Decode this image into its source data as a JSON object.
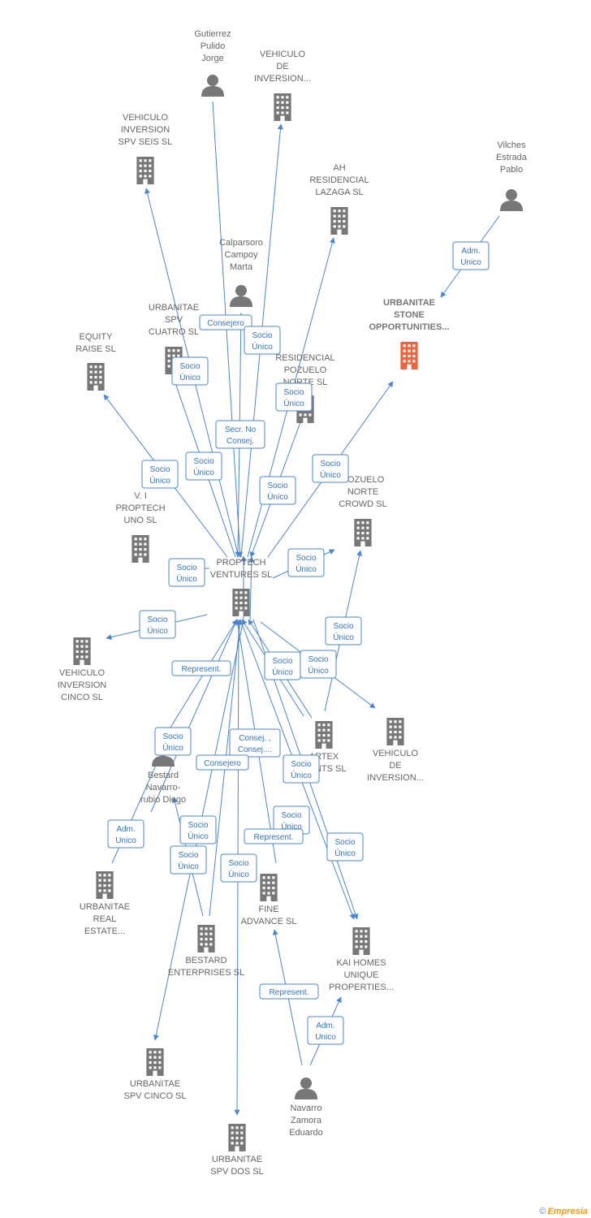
{
  "colors": {
    "edge": "#4a86d4",
    "node_company": "#777777",
    "node_highlight": "#f0643c",
    "label": "#666666"
  },
  "nodes": [
    {
      "id": "gutierrez",
      "type": "person",
      "label": [
        "Gutierrez",
        "Pulido",
        "Jorge"
      ]
    },
    {
      "id": "vehiculo_top",
      "type": "company",
      "label": [
        "VEHICULO",
        "DE",
        "INVERSION..."
      ]
    },
    {
      "id": "vehiculo_seis",
      "type": "company",
      "label": [
        "VEHICULO",
        "INVERSION",
        "SPV SEIS  SL"
      ]
    },
    {
      "id": "ah_residencial",
      "type": "company",
      "label": [
        "AH",
        "RESIDENCIAL",
        "LAZAGA  SL"
      ]
    },
    {
      "id": "vilches",
      "type": "person",
      "label": [
        "Vilches",
        "Estrada",
        "Pablo"
      ]
    },
    {
      "id": "calparsoro",
      "type": "person",
      "label": [
        "Calparsoro",
        "Campoy",
        "Marta"
      ]
    },
    {
      "id": "urbanitae_stone",
      "type": "company",
      "highlight": true,
      "label": [
        "URBANITAE",
        "STONE",
        "OPPORTUNITIES..."
      ]
    },
    {
      "id": "urbanitae_cuatro",
      "type": "company",
      "label": [
        "URBANITAE",
        "SPV",
        "CUATRO  SL"
      ]
    },
    {
      "id": "equity_raise",
      "type": "company",
      "label": [
        "EQUITY",
        "RAISE  SL"
      ]
    },
    {
      "id": "residencial_pozuelo",
      "type": "company",
      "label": [
        "RESIDENCIAL",
        "POZUELO",
        "NORTE  SL"
      ]
    },
    {
      "id": "pozuelo_crowd",
      "type": "company",
      "label": [
        "POZUELO",
        "NORTE",
        "CROWD  SL"
      ]
    },
    {
      "id": "vi_proptech",
      "type": "company",
      "label": [
        "V. I",
        "PROPTECH",
        "UNO  SL"
      ]
    },
    {
      "id": "proptech",
      "type": "company",
      "label": [
        "PROPTECH",
        "VENTURES  SL"
      ]
    },
    {
      "id": "vehiculo_cinco",
      "type": "company",
      "label": [
        "VEHICULO",
        "INVERSION",
        "CINCO  SL"
      ]
    },
    {
      "id": "artex",
      "type": "company",
      "label": [
        "ARTEX",
        "MENTS SL"
      ]
    },
    {
      "id": "vehiculo_right",
      "type": "company",
      "label": [
        "VEHICULO",
        "DE",
        "INVERSION..."
      ]
    },
    {
      "id": "bestard_person",
      "type": "person",
      "label": [
        "Bestard",
        "Navarro-",
        "rubio Diego"
      ]
    },
    {
      "id": "urbanitae_real",
      "type": "company",
      "label": [
        "URBANITAE",
        "REAL",
        "ESTATE..."
      ]
    },
    {
      "id": "fine_advance",
      "type": "company",
      "label": [
        "FINE",
        "ADVANCE  SL"
      ]
    },
    {
      "id": "bestard_ent",
      "type": "company",
      "label": [
        "BESTARD",
        "ENTERPRISES SL"
      ]
    },
    {
      "id": "kai_homes",
      "type": "company",
      "label": [
        "KAI HOMES",
        "UNIQUE",
        "PROPERTIES..."
      ]
    },
    {
      "id": "urbanitae_cinco",
      "type": "company",
      "label": [
        "URBANITAE",
        "SPV CINCO  SL"
      ]
    },
    {
      "id": "navarro",
      "type": "person",
      "label": [
        "Navarro",
        "Zamora",
        "Eduardo"
      ]
    },
    {
      "id": "urbanitae_dos",
      "type": "company",
      "label": [
        "URBANITAE",
        "SPV DOS  SL"
      ]
    }
  ],
  "edge_labels": [
    {
      "id": "e_vilches",
      "lines": [
        "Adm.",
        "Unico"
      ]
    },
    {
      "id": "e_consejero_calp",
      "lines": [
        "Consejero"
      ]
    },
    {
      "id": "e_socio_vehtop",
      "lines": [
        "Socio",
        "Único"
      ]
    },
    {
      "id": "e_socio_cuatro",
      "lines": [
        "Socio",
        "Único"
      ]
    },
    {
      "id": "e_socio_respoz",
      "lines": [
        "Socio",
        "Único"
      ]
    },
    {
      "id": "e_secr",
      "lines": [
        "Secr.  No",
        "Consej."
      ]
    },
    {
      "id": "e_socio_seis",
      "lines": [
        "Socio",
        "Único"
      ]
    },
    {
      "id": "e_socio_equity",
      "lines": [
        "Socio",
        "Único"
      ]
    },
    {
      "id": "e_socio_ah",
      "lines": [
        "Socio",
        "Único"
      ]
    },
    {
      "id": "e_socio_stone",
      "lines": [
        "Socio",
        "Único"
      ]
    },
    {
      "id": "e_socio_vi",
      "lines": [
        "Socio",
        "Único"
      ]
    },
    {
      "id": "e_socio_crowd",
      "lines": [
        "Socio",
        "Único"
      ]
    },
    {
      "id": "e_socio_cinco_veh",
      "lines": [
        "Socio",
        "Único"
      ]
    },
    {
      "id": "e_socio_pozcrowd2",
      "lines": [
        "Socio",
        "Único"
      ]
    },
    {
      "id": "e_represent_top",
      "lines": [
        "Represent."
      ]
    },
    {
      "id": "e_socio_artex1",
      "lines": [
        "Socio",
        "Único"
      ]
    },
    {
      "id": "e_socio_artex2",
      "lines": [
        "Socio",
        "Único"
      ]
    },
    {
      "id": "e_socio_bestard",
      "lines": [
        "Socio",
        "Único"
      ]
    },
    {
      "id": "e_consej_multi",
      "lines": [
        "Consej. ,",
        "Consej...."
      ]
    },
    {
      "id": "e_consejero_bestard",
      "lines": [
        "Consejero"
      ]
    },
    {
      "id": "e_socio_artex3",
      "lines": [
        "Socio",
        "Único"
      ]
    },
    {
      "id": "e_adm_real",
      "lines": [
        "Adm.",
        "Unico"
      ]
    },
    {
      "id": "e_socio_ent",
      "lines": [
        "Socio",
        "Único"
      ]
    },
    {
      "id": "e_socio_fine",
      "lines": [
        "Socio",
        "Único"
      ]
    },
    {
      "id": "e_represent_fine",
      "lines": [
        "Represent."
      ]
    },
    {
      "id": "e_socio_kai",
      "lines": [
        "Socio",
        "Único"
      ]
    },
    {
      "id": "e_socio_spvcinco",
      "lines": [
        "Socio",
        "Único"
      ]
    },
    {
      "id": "e_socio_dos",
      "lines": [
        "Socio",
        "Único"
      ]
    },
    {
      "id": "e_represent_nav",
      "lines": [
        "Represent."
      ]
    },
    {
      "id": "e_adm_kai",
      "lines": [
        "Adm.",
        "Unico"
      ]
    }
  ],
  "footer": {
    "copyright": "©",
    "brand": "Empresia"
  }
}
